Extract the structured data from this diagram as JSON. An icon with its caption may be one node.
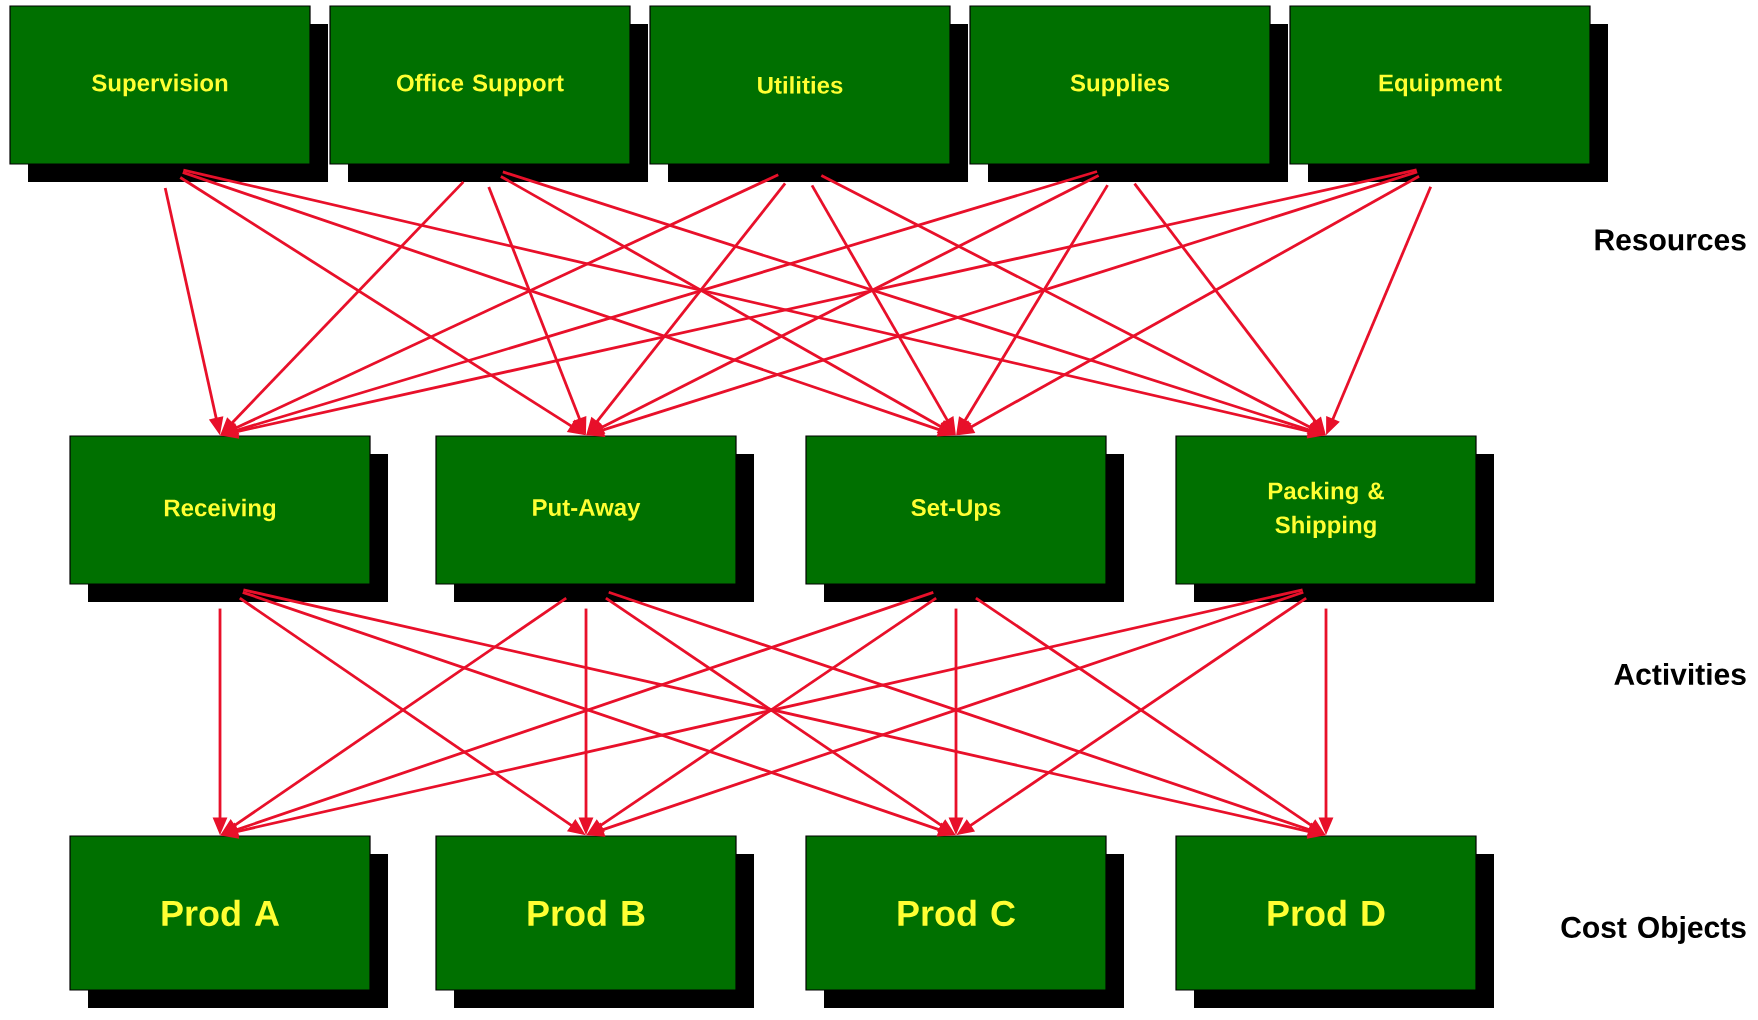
{
  "diagram": {
    "nodes": [
      {
        "text": [
          "Supervision"
        ]
      },
      {
        "text": [
          "Office Support"
        ]
      },
      {
        "text": [
          "Utilities"
        ]
      },
      {
        "text": [
          "Supplies"
        ]
      },
      {
        "text": [
          "Equipment"
        ]
      },
      {
        "text": [
          "Receiving"
        ]
      },
      {
        "text": [
          "Put-Away"
        ]
      },
      {
        "text": [
          "Set-Ups"
        ]
      },
      {
        "text": [
          "Packing & Shipping"
        ]
      },
      {
        "text": [
          "Prod A"
        ]
      },
      {
        "text": [
          "Prod B"
        ]
      },
      {
        "text": [
          "Prod C"
        ]
      },
      {
        "text": [
          "Prod D"
        ]
      }
    ],
    "edges": [
      {
        "from": 0,
        "to": 5,
        "arrow": "to"
      },
      {
        "from": 0,
        "to": 6,
        "arrow": "to"
      },
      {
        "from": 0,
        "to": 7,
        "arrow": "to"
      },
      {
        "from": 0,
        "to": 8,
        "arrow": "to"
      },
      {
        "from": 1,
        "to": 5,
        "arrow": "to"
      },
      {
        "from": 1,
        "to": 6,
        "arrow": "to"
      },
      {
        "from": 1,
        "to": 7,
        "arrow": "to"
      },
      {
        "from": 1,
        "to": 8,
        "arrow": "to"
      },
      {
        "from": 2,
        "to": 5,
        "arrow": "to"
      },
      {
        "from": 2,
        "to": 6,
        "arrow": "to"
      },
      {
        "from": 2,
        "to": 7,
        "arrow": "to"
      },
      {
        "from": 2,
        "to": 8,
        "arrow": "to"
      },
      {
        "from": 3,
        "to": 5,
        "arrow": "to"
      },
      {
        "from": 3,
        "to": 6,
        "arrow": "to"
      },
      {
        "from": 3,
        "to": 7,
        "arrow": "to"
      },
      {
        "from": 3,
        "to": 8,
        "arrow": "to"
      },
      {
        "from": 4,
        "to": 5,
        "arrow": "to"
      },
      {
        "from": 4,
        "to": 6,
        "arrow": "to"
      },
      {
        "from": 4,
        "to": 7,
        "arrow": "to"
      },
      {
        "from": 4,
        "to": 8,
        "arrow": "to"
      },
      {
        "from": 5,
        "to": 9,
        "arrow": "to"
      },
      {
        "from": 5,
        "to": 10,
        "arrow": "to"
      },
      {
        "from": 5,
        "to": 11,
        "arrow": "to"
      },
      {
        "from": 5,
        "to": 12,
        "arrow": "to"
      },
      {
        "from": 6,
        "to": 9,
        "arrow": "to"
      },
      {
        "from": 6,
        "to": 10,
        "arrow": "to"
      },
      {
        "from": 6,
        "to": 11,
        "arrow": "to"
      },
      {
        "from": 6,
        "to": 12,
        "arrow": "to"
      },
      {
        "from": 7,
        "to": 9,
        "arrow": "to"
      },
      {
        "from": 7,
        "to": 10,
        "arrow": "to"
      },
      {
        "from": 7,
        "to": 11,
        "arrow": "to"
      },
      {
        "from": 7,
        "to": 12,
        "arrow": "to"
      },
      {
        "from": 8,
        "to": 9,
        "arrow": "to"
      },
      {
        "from": 8,
        "to": 10,
        "arrow": "to"
      },
      {
        "from": 8,
        "to": 11,
        "arrow": "to"
      },
      {
        "from": 8,
        "to": 12,
        "arrow": "to"
      }
    ],
    "labels": [
      "Resources",
      "Activities",
      "Cost Objects"
    ]
  }
}
